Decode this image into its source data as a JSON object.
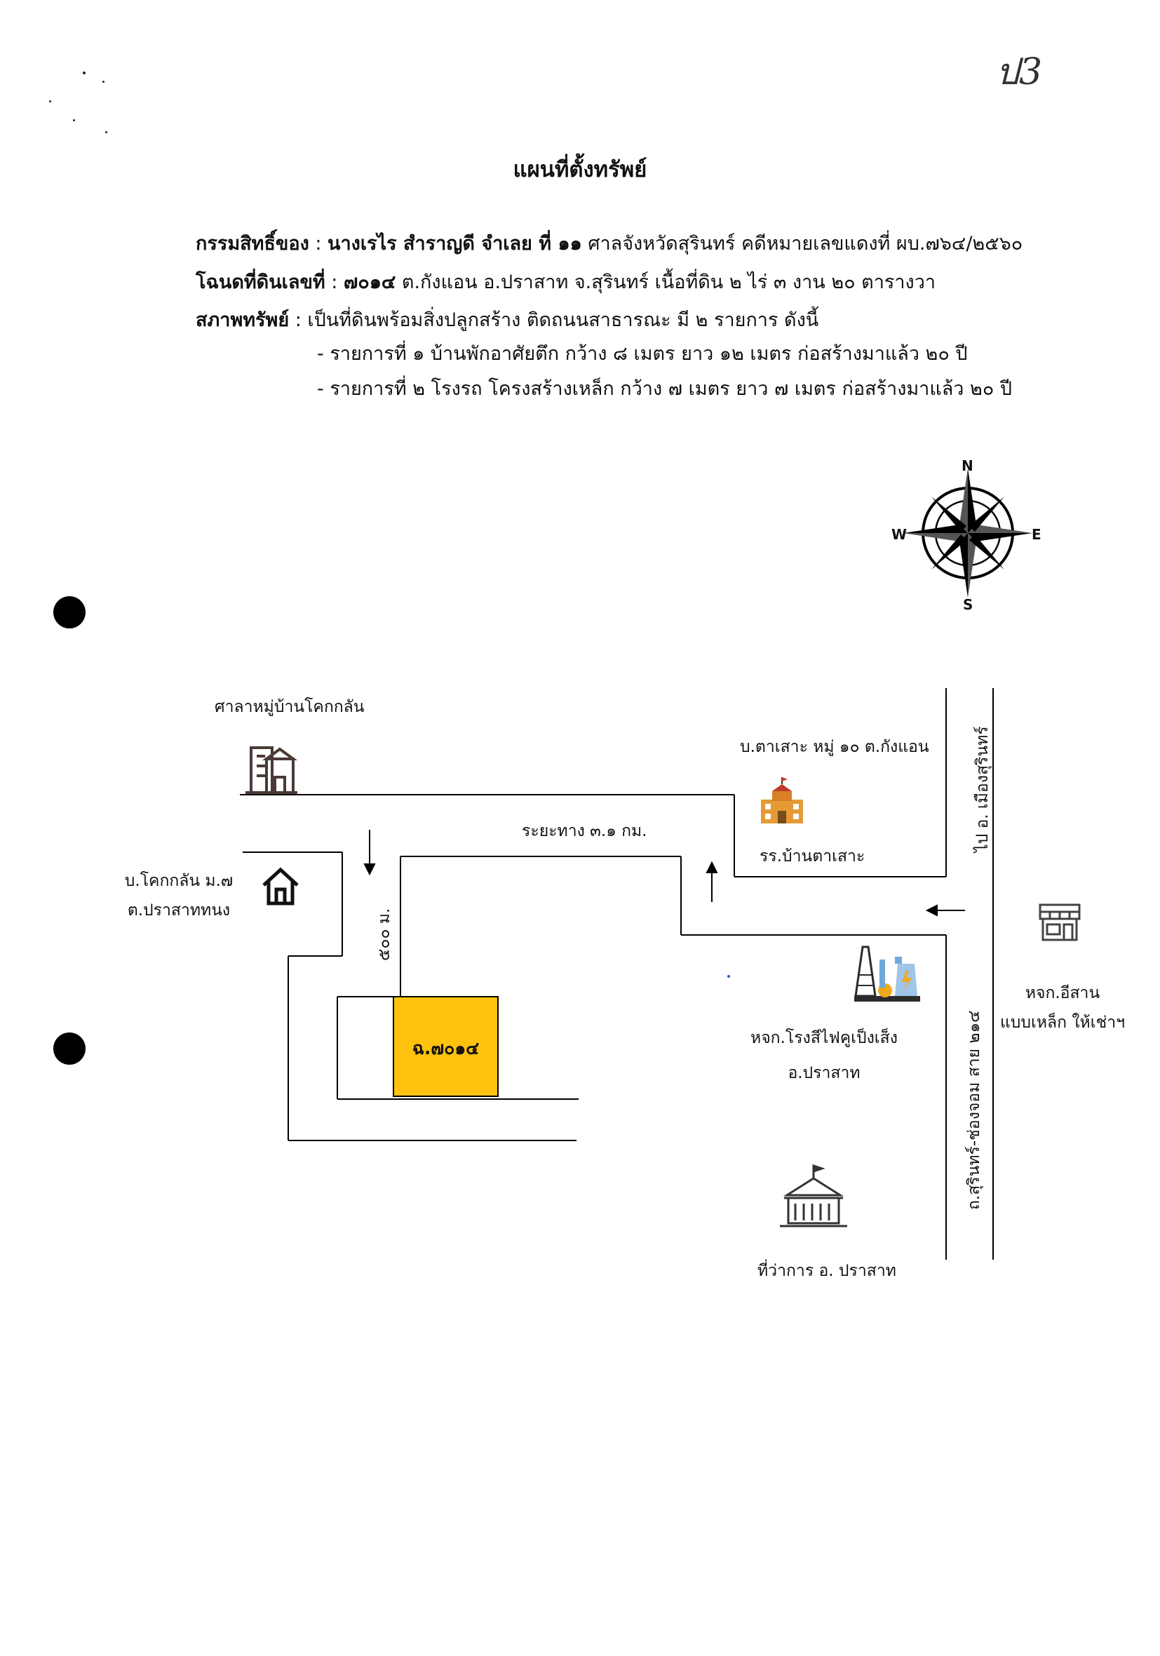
{
  "page_mark": "ป3",
  "title": "แผนที่ตั้งทรัพย์",
  "header": {
    "owner_label": "กรรมสิทธิ์ของ",
    "owner_value": "นางเรไร สำราญดี จำเลย ที่ ๑๑",
    "owner_rest": "ศาลจังหวัดสุรินทร์ คดีหมายเลขแดงที่ ผบ.๗๖๔/๒๕๖๐",
    "deed_label": "โฉนดที่ดินเลขที่",
    "deed_value": "๗๐๑๔",
    "deed_rest": "ต.กังแอน อ.ปราสาท จ.สุรินทร์ เนื้อที่ดิน ๒ ไร่ ๓ งาน ๒๐ ตารางวา",
    "condition_label": "สภาพทรัพย์",
    "condition_rest": "เป็นที่ดินพร้อมสิ่งปลูกสร้าง ติดถนนสาธารณะ มี ๒ รายการ ดังนี้",
    "items": [
      "- รายการที่ ๑ บ้านพักอาศัยตึก กว้าง ๘ เมตร ยาว ๑๒ เมตร ก่อสร้างมาแล้ว ๒๐ ปี",
      "- รายการที่ ๒ โรงรถ โครงสร้างเหล็ก กว้าง ๗ เมตร ยาว ๗ เมตร ก่อสร้างมาแล้ว ๒๐ ปี"
    ]
  },
  "compass": {
    "n": "N",
    "s": "S",
    "e": "E",
    "w": "W"
  },
  "map": {
    "sala": "ศาลาหมู่บ้านโคกกลัน",
    "village_left": [
      "บ.โคกกลัน ม.๗",
      "ต.ปราสาททนง"
    ],
    "village_right": "บ.ตาเสาะ หมู่ ๑๐ ต.กังแอน",
    "school": "รร.บ้านตาเสาะ",
    "distance": "ระยะทาง ๓.๑ กม.",
    "distance_short": "๕๐๐ ม.",
    "parcel": "ฉ.๗๐๑๔",
    "factory": [
      "หจก.โรงสีไฟคูเป็งเส็ง",
      "อ.ปราสาท"
    ],
    "shop": [
      "หจก.อีสาน",
      "แบบเหล็ก ให้เช่าฯ"
    ],
    "district_office": "ที่ว่าการ อ. ปราสาท",
    "road_to": "ไป อ. เมืองสุรินทร์",
    "highway": "ถ.สุรินทร์-ช่องจอม สาย ๒๑๔",
    "parcel_color": "#FFC20E"
  }
}
